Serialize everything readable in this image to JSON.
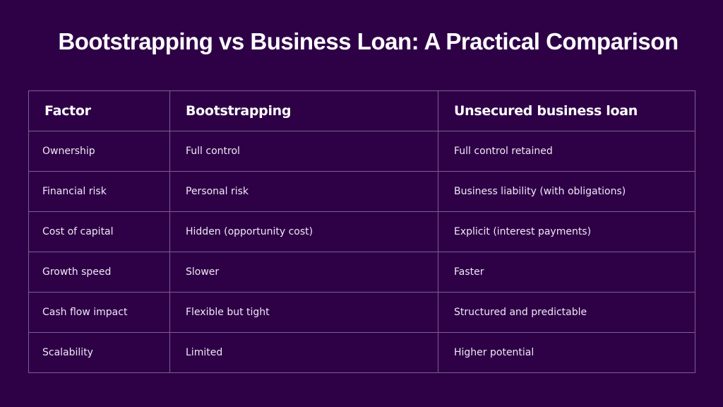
{
  "title": "Bootstrapping vs Business Loan: A Practical Comparison",
  "table": {
    "headers": [
      "Factor",
      "Bootstrapping",
      "Unsecured business loan"
    ],
    "rows": [
      [
        "Ownership",
        "Full control",
        "Full control retained"
      ],
      [
        "Financial risk",
        "Personal risk",
        "Business liability (with obligations)"
      ],
      [
        "Cost of capital",
        "Hidden (opportunity cost)",
        "Explicit (interest payments)"
      ],
      [
        "Growth speed",
        "Slower",
        "Faster"
      ],
      [
        "Cash flow impact",
        "Flexible but tight",
        "Structured and predictable"
      ],
      [
        "Scalability",
        "Limited",
        "Higher potential"
      ]
    ]
  },
  "colors": {
    "background": "#2e0147",
    "border": "#7d5f92",
    "text": "#ffffff"
  }
}
